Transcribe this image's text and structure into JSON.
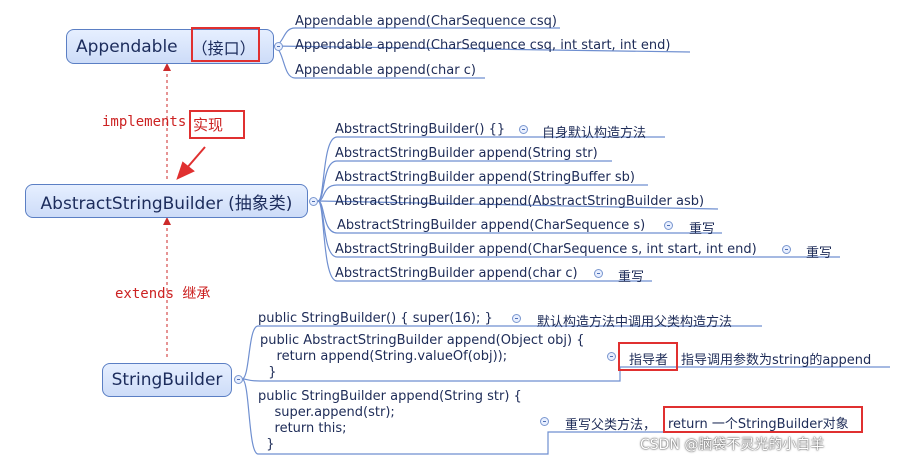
{
  "nodes": {
    "appendable": {
      "name": "Appendable",
      "note": "（接口）"
    },
    "asb": {
      "name": "AbstractStringBuilder (抽象类)"
    },
    "sb": {
      "name": "StringBuilder"
    }
  },
  "relations": {
    "implements_en": "implements",
    "implements_cn": "实现",
    "extends_label": "extends 继承"
  },
  "appendable_methods": [
    "Appendable append(CharSequence csq)",
    "Appendable append(CharSequence csq, int start, int end)",
    "Appendable append(char c)"
  ],
  "asb_methods": [
    {
      "text": "AbstractStringBuilder() {}",
      "note": "自身默认构造方法"
    },
    {
      "text": "AbstractStringBuilder append(String str)",
      "note": ""
    },
    {
      "text": "AbstractStringBuilder append(StringBuffer sb)",
      "note": ""
    },
    {
      "text": "AbstractStringBuilder append(AbstractStringBuilder asb)",
      "note": ""
    },
    {
      "text": "AbstractStringBuilder append(CharSequence s)",
      "note": "重写"
    },
    {
      "text": "AbstractStringBuilder append(CharSequence s, int start, int end)",
      "note": "重写"
    },
    {
      "text": "AbstractStringBuilder append(char c)",
      "note": "重写"
    }
  ],
  "sb_methods": [
    {
      "lines": [
        "public StringBuilder() { super(16); }"
      ],
      "note": "默认构造方法中调用父类构造方法"
    },
    {
      "lines": [
        "public AbstractStringBuilder append(Object obj) {",
        "    return append(String.valueOf(obj));",
        "  }"
      ],
      "note_boxed": "指导者",
      "note": "指导调用参数为string的append"
    },
    {
      "lines": [
        "public StringBuilder append(String str) {",
        "    super.append(str);",
        "    return this;",
        "  }"
      ],
      "note": "重写父类方法，",
      "note_boxed": "return 一个StringBuilder对象"
    }
  ],
  "watermark": "CSDN @脑袋不灵光的小白羊"
}
